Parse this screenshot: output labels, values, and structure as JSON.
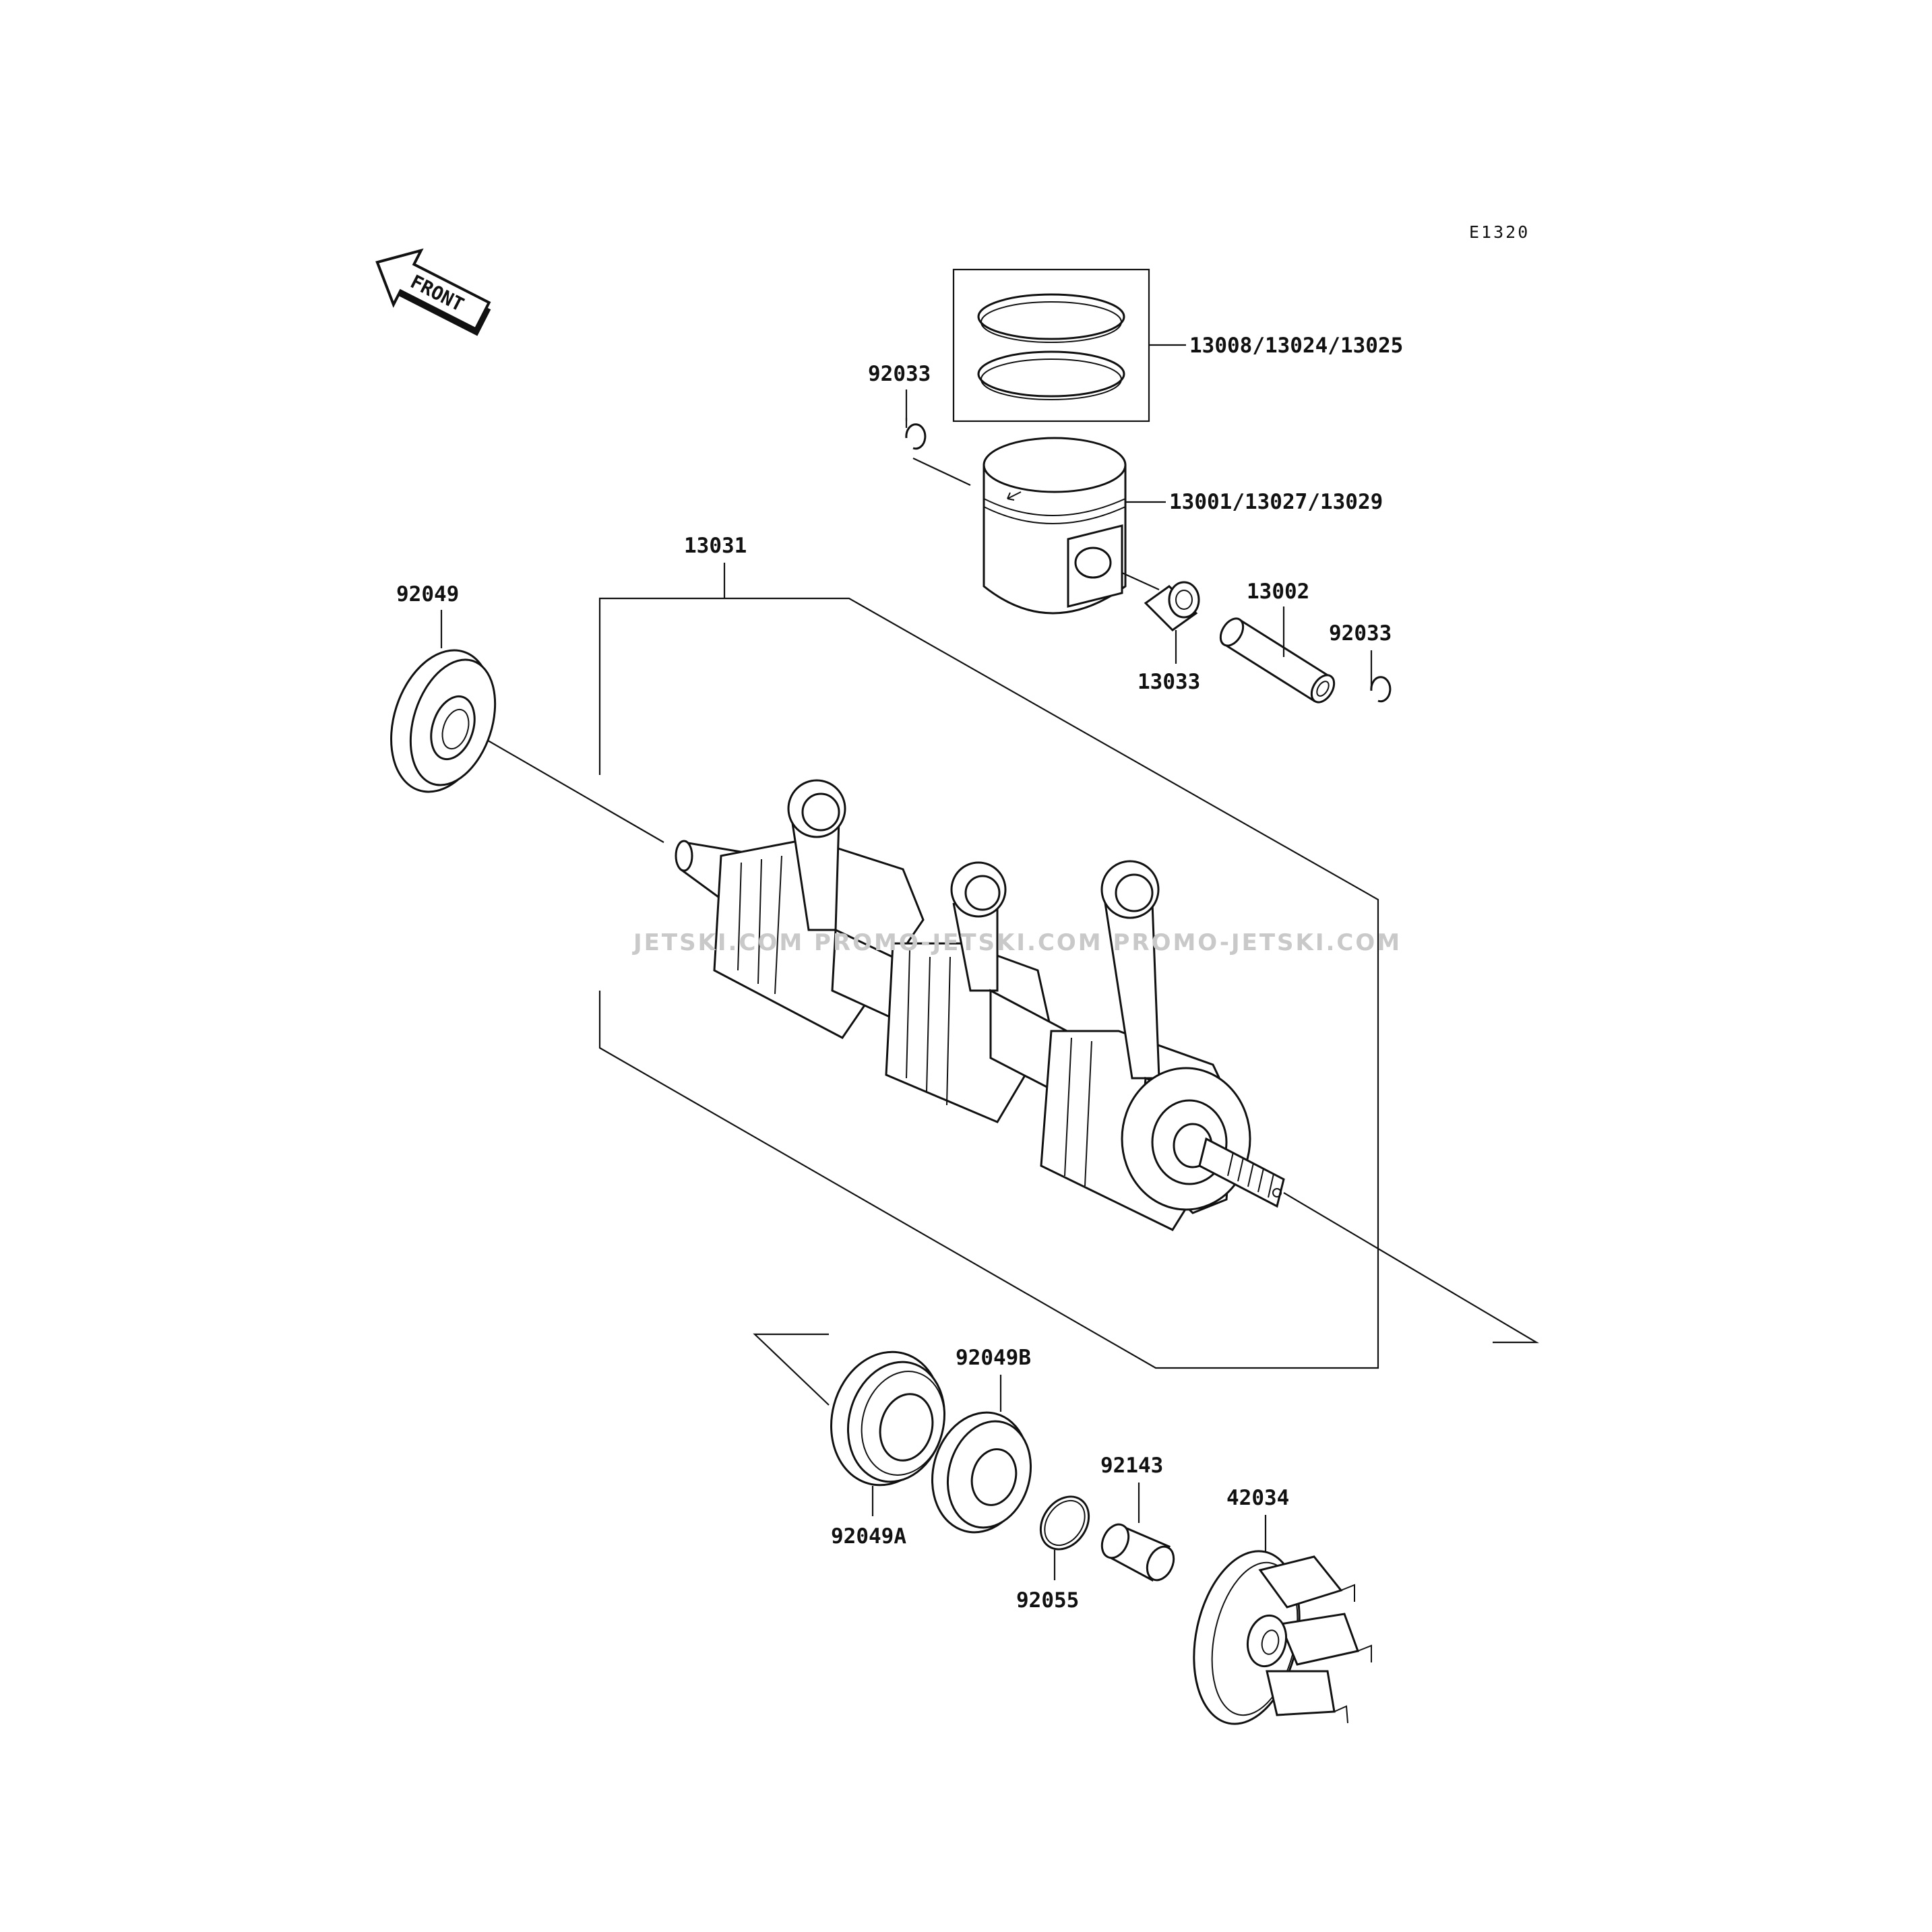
{
  "diagram_code": "E1320",
  "front_arrow": {
    "label": "FRONT",
    "icon": "front-arrow-icon"
  },
  "watermark": "JETSKI.COM   PROMO-JETSKI.COM   PROMO-JETSKI.COM",
  "callouts": {
    "rings": "13008/13024/13025",
    "piston": "13001/13027/13029",
    "circlip_left": "92033",
    "circlip_right": "92033",
    "piston_pin": "13002",
    "needle_bearing": "13033",
    "crankshaft": "13031",
    "oil_seal_left": "92049",
    "oil_seal_a": "92049A",
    "oil_seal_b": "92049B",
    "o_ring": "92055",
    "collar": "92143",
    "coupling": "42034"
  }
}
